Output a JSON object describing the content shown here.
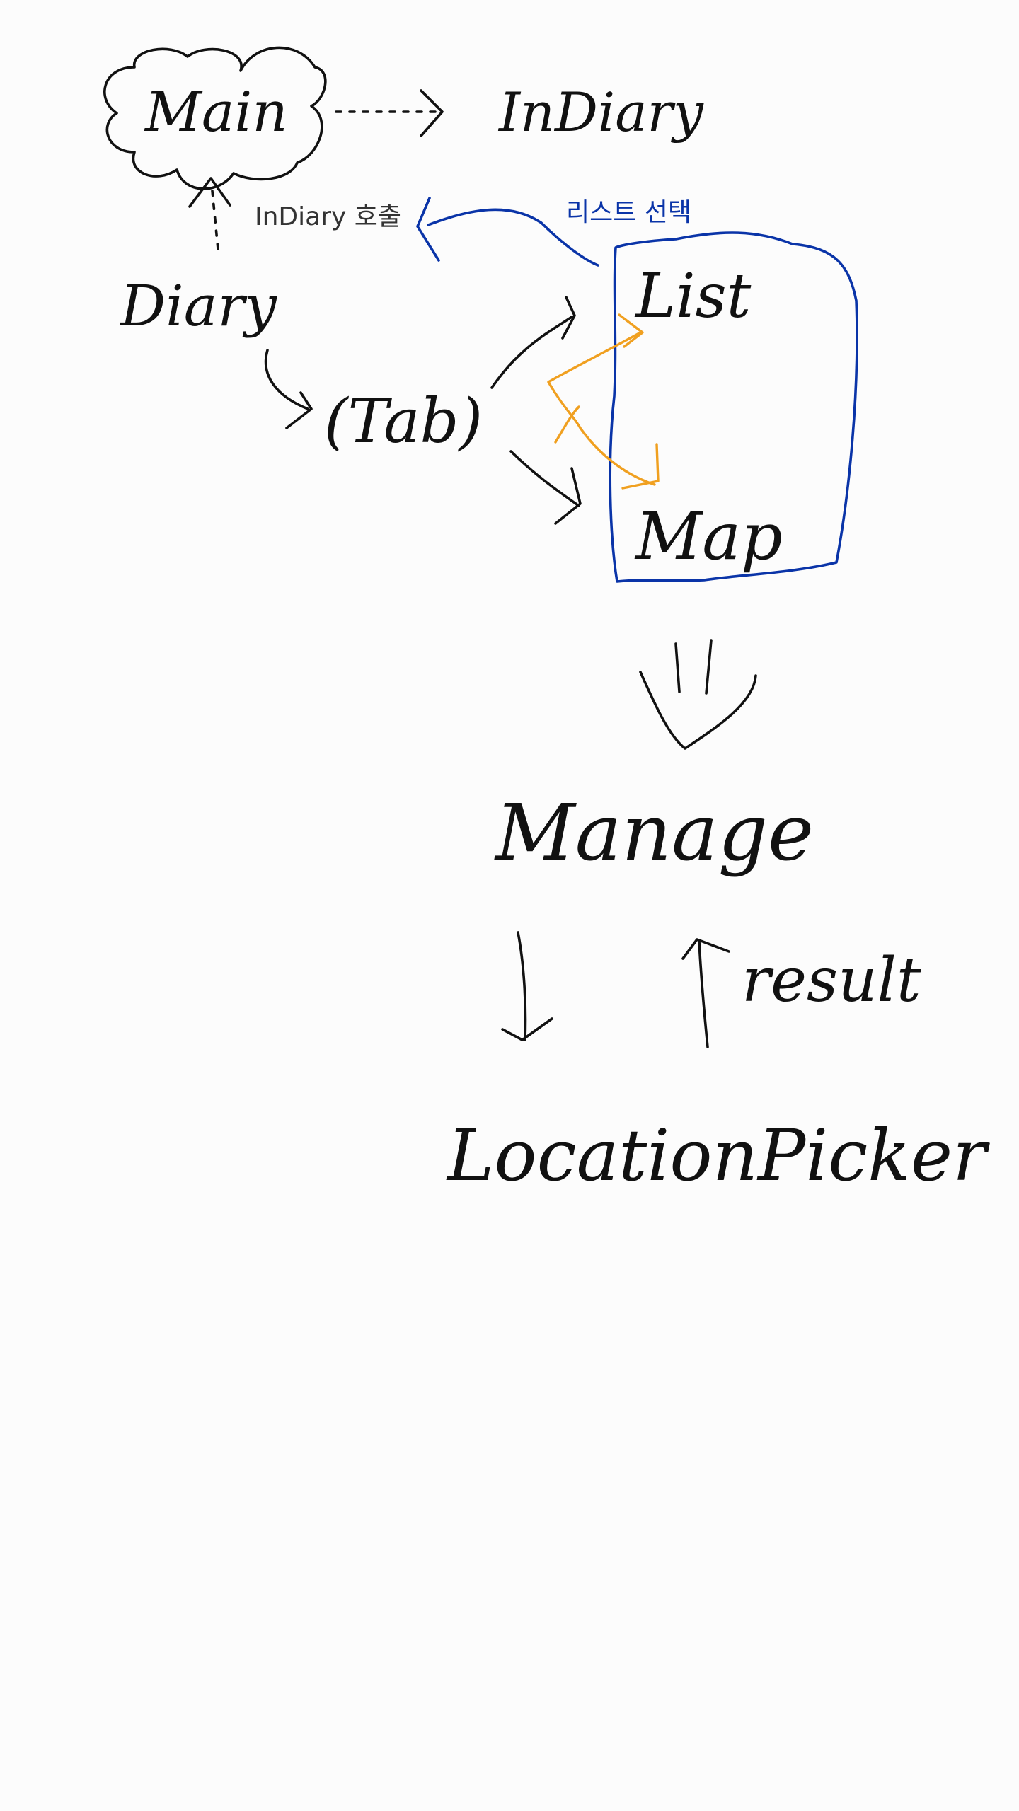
{
  "colors": {
    "background": "#fcfcfc",
    "ink": "#111111",
    "blue": "#0a34a8",
    "orange": "#f0a020",
    "gray_text": "#333333"
  },
  "nodes": {
    "main": "Main",
    "indiary": "InDiary",
    "diary": "Diary",
    "tab": "(Tab)",
    "list": "List",
    "map": "Map",
    "manage": "Manage",
    "location_picker": "LocationPicker"
  },
  "labels": {
    "indiary_call": "InDiary 호출",
    "list_select": "리스트 선택",
    "result": "result"
  }
}
